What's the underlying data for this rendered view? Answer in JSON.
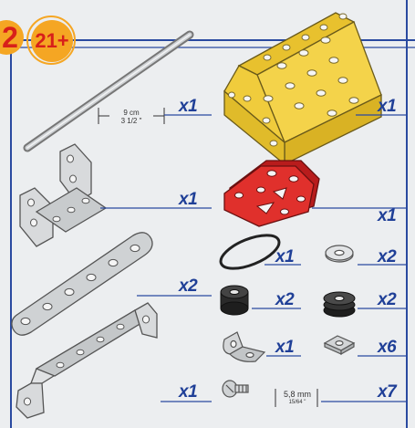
{
  "header": {
    "step_number": "2",
    "age_label": "21+",
    "colors": {
      "badge": "#f5a623",
      "badge_text": "#d8201a",
      "frame": "#2a4aa0"
    }
  },
  "parts": {
    "rod": {
      "qty": "x1",
      "length_metric": "9 cm",
      "length_imperial": "3 1/2 \""
    },
    "yellow_plate": {
      "qty": "x1",
      "color": "#f2cf3a"
    },
    "u_bracket": {
      "qty": "x1"
    },
    "red_plate": {
      "qty": "x1",
      "color": "#d92a2a"
    },
    "o_ring": {
      "qty": "x1"
    },
    "washer": {
      "qty": "x2"
    },
    "strip_5_hole": {
      "qty": "x2"
    },
    "rubber_bush": {
      "qty": "x2"
    },
    "grooved_pulley": {
      "qty": "x2"
    },
    "angle_bracket": {
      "qty": "x1"
    },
    "square_nut": {
      "qty": "x6"
    },
    "long_bracket": {
      "qty": "x1"
    },
    "bolt": {
      "qty": "x7",
      "length_metric": "5,8 mm",
      "length_imperial": "15/64 \""
    }
  }
}
